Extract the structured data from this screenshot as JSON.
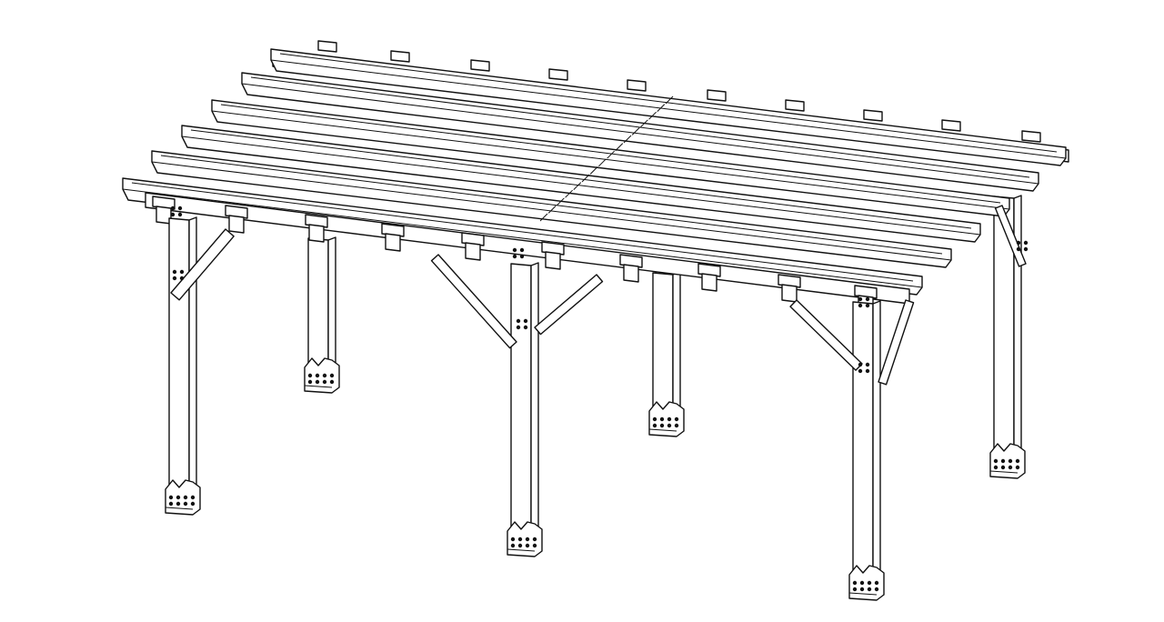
{
  "drawing": {
    "subject": "pergola",
    "style": "black line art on white",
    "colors": {
      "background": "#ffffff",
      "line": "#111111"
    },
    "posts": 6,
    "top_slats": 6,
    "rafters": 10
  }
}
